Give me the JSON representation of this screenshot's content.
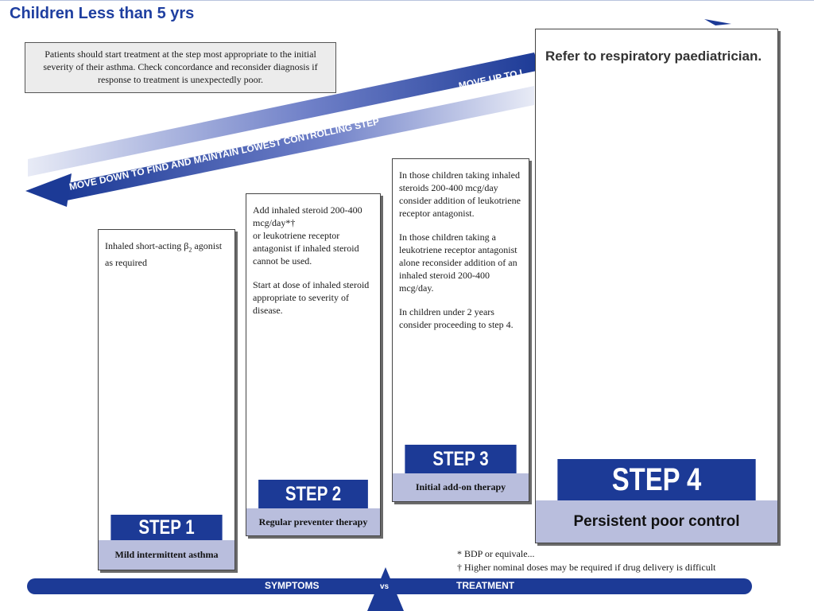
{
  "page": {
    "title": "Children Less than 5 yrs",
    "note": "Patients should start treatment at the step most appropriate to the initial severity of their asthma. Check concordance and reconsider diagnosis if response to treatment is unexpectedly poor."
  },
  "arrows": {
    "up": "MOVE UP TO I",
    "down": "MOVE DOWN TO FIND AND MAINTAIN LOWEST CONTROLLING STEP"
  },
  "steps": [
    {
      "step_label": "STEP 1",
      "name": "Mild intermittent asthma",
      "text_main": "Inhaled short-acting β",
      "text_sub": "2",
      "text_rest": " agonist as required"
    },
    {
      "step_label": "STEP 2",
      "name": "Regular preventer therapy",
      "p1a": "Add inhaled steroid 200-400 mcg/day*†",
      "p1b": "or leukotriene receptor antagonist if inhaled steroid cannot be used.",
      "p2": "Start at dose of inhaled steroid appropriate to severity of disease."
    },
    {
      "step_label": "STEP 3",
      "name": "Initial add-on therapy",
      "p1": "In those children taking inhaled steroids 200-400 mcg/day consider addition of leukotriene receptor antagonist.",
      "p2": "In those children taking a leukotriene receptor antagonist alone reconsider addition of an inhaled steroid 200-400 mcg/day.",
      "p3": "In children under 2 years consider proceeding to step 4."
    },
    {
      "step_label": "STEP 4",
      "name": "Persistent poor control",
      "text": "Refer to respiratory paediatrician."
    }
  ],
  "footnotes": {
    "f1": "* BDP or equivale...",
    "f2": "† Higher nominal doses may be required if drug delivery is difficult"
  },
  "bottom_bar": {
    "left": "SYMPTOMS",
    "mid": "vs",
    "right": "TREATMENT"
  },
  "colors": {
    "band": "#1c3a96",
    "label": "#b9bedd",
    "title": "#1f3fa0"
  }
}
